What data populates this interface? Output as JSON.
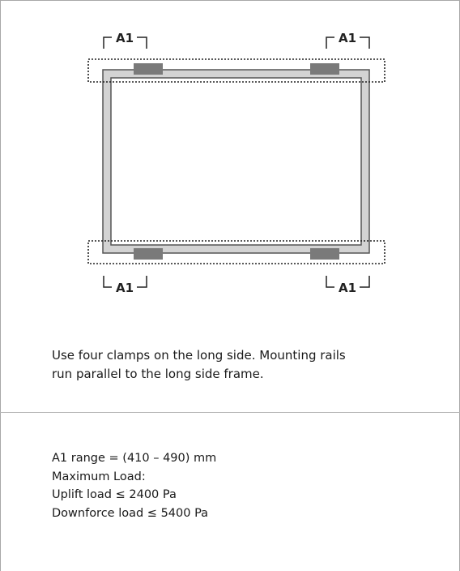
{
  "diagram": {
    "dimension_label": "A1",
    "clamp_color": "#7a7a7a",
    "frame_color": "#d3d3d3",
    "outline_color": "#555555"
  },
  "caption": {
    "line1": "Use four clamps on the long side. Mounting rails",
    "line2": "run parallel to the long side frame."
  },
  "specs": {
    "range": "A1 range = (410 – 490) mm",
    "max_load": "Maximum Load:",
    "uplift": "Uplift load ≤ 2400 Pa",
    "downforce": "Downforce load ≤ 5400 Pa"
  }
}
